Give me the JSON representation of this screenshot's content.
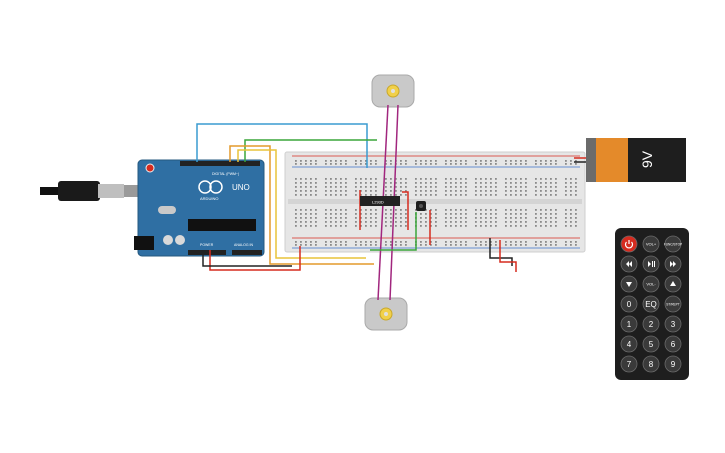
{
  "arduino": {
    "brand": "ARDUINO",
    "model": "UNO",
    "digital_label": "DIGITAL (PWM~)",
    "power_label": "POWER",
    "analog_label": "ANALOG IN"
  },
  "driver_chip": {
    "label": "L293D"
  },
  "battery": {
    "label": "9V"
  },
  "remote": {
    "buttons": [
      {
        "label": "",
        "kind": "power",
        "color": "#d62b1f"
      },
      {
        "label": "VOL+",
        "kind": "text"
      },
      {
        "label": "FUNC/STOP",
        "kind": "text"
      },
      {
        "label": "",
        "kind": "prev-icon"
      },
      {
        "label": "",
        "kind": "play-pause-icon"
      },
      {
        "label": "",
        "kind": "next-icon"
      },
      {
        "label": "",
        "kind": "down-icon"
      },
      {
        "label": "VOL-",
        "kind": "text"
      },
      {
        "label": "",
        "kind": "up-icon"
      },
      {
        "label": "0",
        "kind": "text"
      },
      {
        "label": "EQ",
        "kind": "text"
      },
      {
        "label": "ST/REPT",
        "kind": "text"
      },
      {
        "label": "1",
        "kind": "text"
      },
      {
        "label": "2",
        "kind": "text"
      },
      {
        "label": "3",
        "kind": "text"
      },
      {
        "label": "4",
        "kind": "text"
      },
      {
        "label": "5",
        "kind": "text"
      },
      {
        "label": "6",
        "kind": "text"
      },
      {
        "label": "7",
        "kind": "text"
      },
      {
        "label": "8",
        "kind": "text"
      },
      {
        "label": "9",
        "kind": "text"
      }
    ]
  },
  "colors": {
    "board": "#2f6fa3",
    "breadboard": "#e6e6e6",
    "wire_red": "#d62b1f",
    "wire_black": "#222222",
    "wire_blue": "#3a9bd0",
    "wire_green": "#3aa63a",
    "wire_orange": "#e39a2c",
    "wire_yellow": "#e8c43a",
    "wire_magenta": "#a1267e",
    "battery_orange": "#e48a2a",
    "battery_black": "#1e1e1e"
  }
}
